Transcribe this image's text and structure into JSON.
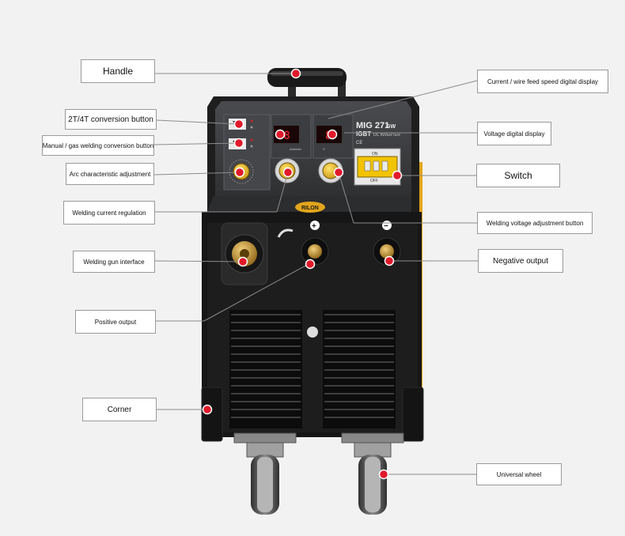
{
  "labels": {
    "handle": "Handle",
    "conversion_2t4t": "2T/4T conversion button",
    "manual_gas": "Manual / gas welding conversion button",
    "arc_adjust": "Arc characteristic adjustment",
    "current_regulation": "Welding current regulation",
    "gun_interface": "Welding gun interface",
    "positive_output": "Positive output",
    "corner": "Corner",
    "current_display": "Current / wire feed speed digital display",
    "voltage_display": "Voltage digital display",
    "switch": "Switch",
    "voltage_button": "Welding voltage adjustment button",
    "negative_output": "Negative output",
    "universal_wheel": "Universal wheel"
  },
  "machine": {
    "brand": "RILON",
    "model": "MIG 271",
    "model_suffix": "GW",
    "tech": "IGBT",
    "tech_sub": "DC INVERTER",
    "cert": "CE",
    "switch_on": "ON",
    "switch_off": "OFF",
    "plus_sign": "+",
    "minus_sign": "−",
    "display_left_value": "88",
    "display_right_value": "8",
    "current_unit": "A/m/min",
    "voltage_unit": "V"
  },
  "colors": {
    "body": "#1b1b1b",
    "panel": "#3a3b3d",
    "accent": "#e2a51c",
    "marker": "#e11a2b",
    "display": "#d0202a",
    "brass": "#c8982f"
  }
}
